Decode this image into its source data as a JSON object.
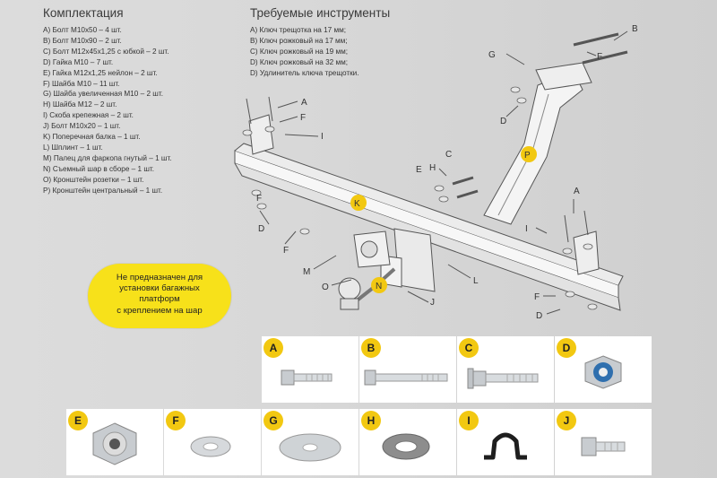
{
  "titles": {
    "kit": "Комплектация",
    "tools": "Требуемые инструменты"
  },
  "kit_items": [
    "A) Болт M10x50 – 4 шт.",
    "B) Болт M10x90 – 2 шт.",
    "C) Болт M12x45x1,25 с юбкой – 2 шт.",
    "D) Гайка M10 – 7 шт.",
    "E) Гайка M12x1,25 нейлон – 2 шт.",
    "F) Шайба M10 – 11 шт.",
    "G) Шайба увеличенная M10 – 2 шт.",
    "H) Шайба M12 – 2 шт.",
    "I) Скоба крепежная – 2 шт.",
    "J) Болт M10x20 – 1 шт.",
    "K) Поперечная балка – 1 шт.",
    "L) Шплинт – 1 шт.",
    "M) Палец для фаркопа гнутый – 1 шт.",
    "N) Съемный шар в сборе – 1 шт.",
    "O) Кронштейн розетки – 1 шт.",
    "P) Кронштейн центральный – 1 шт."
  ],
  "tools": [
    "A) Ключ трещотка на 17 мм;",
    "B) Ключ рожковый на 17 мм;",
    "C) Ключ рожковый на 19 мм;",
    "D) Ключ рожковый на 32 мм;",
    "D) Удлинитель ключа трещотки."
  ],
  "diagram_labels": [
    "A",
    "B",
    "C",
    "D",
    "E",
    "F",
    "G",
    "H",
    "I",
    "J",
    "K",
    "L",
    "M",
    "N",
    "O",
    "P"
  ],
  "callout": {
    "line1": "Не предназначен для",
    "line2": "установки багажных",
    "line3": "платформ",
    "line4": "с креплением на шар"
  },
  "tiles": [
    {
      "letter": "A",
      "icon": "short-bolt-icon"
    },
    {
      "letter": "B",
      "icon": "long-bolt-icon"
    },
    {
      "letter": "C",
      "icon": "flange-bolt-icon"
    },
    {
      "letter": "D",
      "icon": "nylon-nut-small-icon"
    },
    {
      "letter": "E",
      "icon": "nylon-nut-large-icon"
    },
    {
      "letter": "F",
      "icon": "washer-small-icon"
    },
    {
      "letter": "G",
      "icon": "washer-large-icon"
    },
    {
      "letter": "H",
      "icon": "washer-dark-icon"
    },
    {
      "letter": "I",
      "icon": "mounting-bracket-icon"
    },
    {
      "letter": "J",
      "icon": "short-hex-bolt-icon"
    }
  ],
  "colors": {
    "accent_yellow": "#f2c811",
    "callout_yellow": "#f7e11a",
    "background": "#d8d8d8",
    "tile_background": "#ffffff"
  }
}
